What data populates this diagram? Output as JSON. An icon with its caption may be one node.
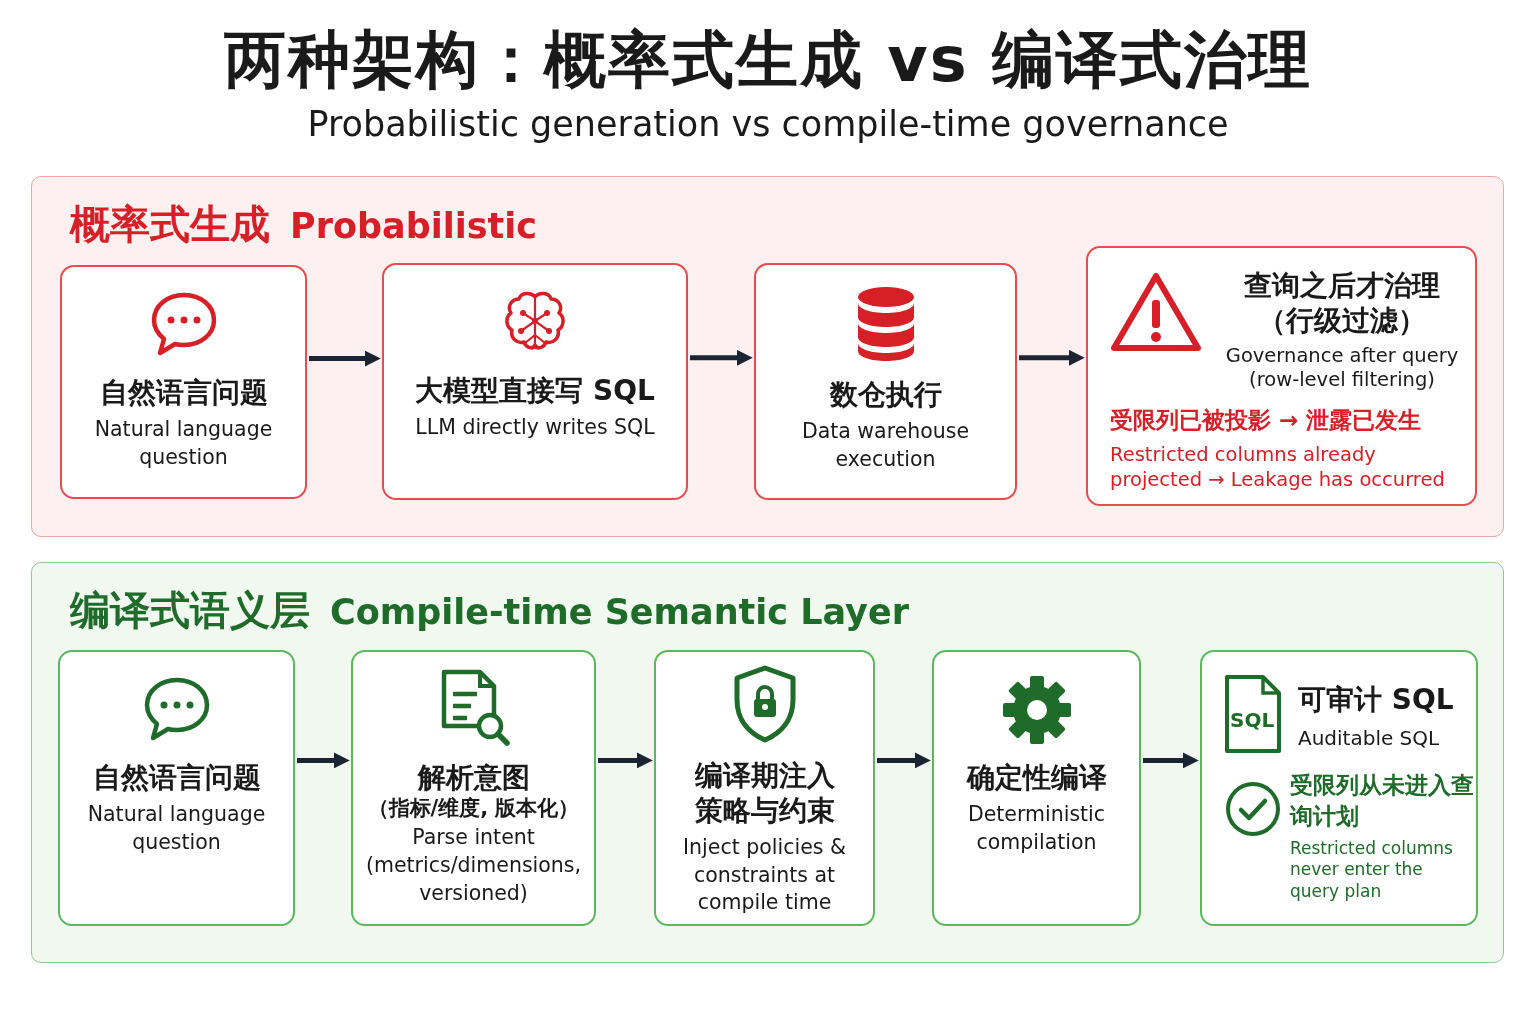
{
  "diagram": {
    "title": "两种架构：概率式生成 vs 编译式治理",
    "caption": "Probabilistic generation vs compile-time governance",
    "nodes": [
      {
        "text": [
          "概率式生成",
          "Probabilistic"
        ]
      },
      {
        "text": [
          "自然语言问题",
          "Natural language question"
        ],
        "in": 0
      },
      {
        "text": [
          "大模型直接写 SQL",
          "LLM directly writes SQL"
        ],
        "in": 0
      },
      {
        "text": [
          "数仓执行",
          "Data warehouse execution"
        ],
        "in": 0
      },
      {
        "text": [
          "查询之后才治理（行级过滤）",
          "Governance after query (row-level filtering)",
          "受限列已被投影 → 泄露已发生",
          "Restricted columns already projected → Leakage has occurred"
        ],
        "in": 0
      },
      {
        "text": [
          "编译式语义层",
          "Compile-time Semantic Layer"
        ]
      },
      {
        "text": [
          "自然语言问题",
          "Natural language question"
        ],
        "in": 5
      },
      {
        "text": [
          "解析意图",
          "（指标/维度, 版本化）",
          "Parse intent (metrics/dimensions, versioned)"
        ],
        "in": 5
      },
      {
        "text": [
          "编译期注入策略与约束",
          "Inject policies & constraints at compile time"
        ],
        "in": 5
      },
      {
        "text": [
          "确定性编译",
          "Deterministic compilation"
        ],
        "in": 5
      },
      {
        "text": [
          "可审计 SQL",
          "Auditable SQL",
          "受限列从未进入查询计划",
          "Restricted columns never enter the query plan"
        ],
        "in": 5
      }
    ],
    "edges": [
      {
        "from": 1,
        "to": 2,
        "arrow": "to"
      },
      {
        "from": 2,
        "to": 3,
        "arrow": "to"
      },
      {
        "from": 3,
        "to": 4,
        "arrow": "to"
      },
      {
        "from": 6,
        "to": 7,
        "arrow": "to"
      },
      {
        "from": 7,
        "to": 8,
        "arrow": "to"
      },
      {
        "from": 8,
        "to": 9,
        "arrow": "to"
      },
      {
        "from": 9,
        "to": 10,
        "arrow": "to"
      }
    ],
    "labels": [
      "SQL"
    ]
  }
}
